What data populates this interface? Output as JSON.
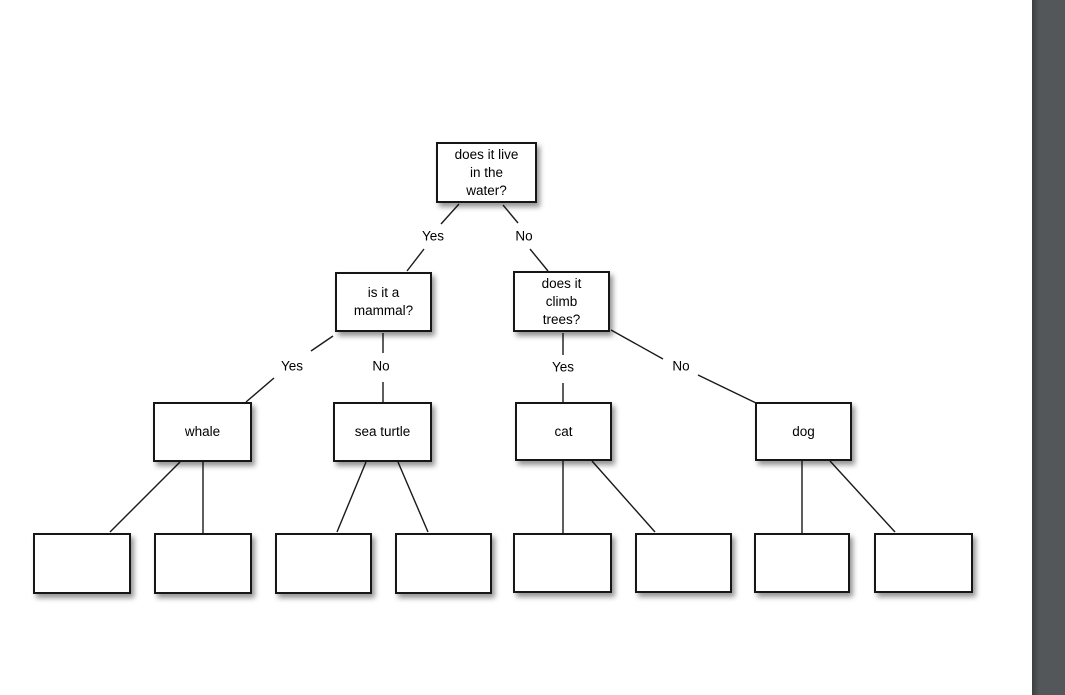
{
  "diagram": {
    "type": "decision-tree",
    "nodes": {
      "root": {
        "label": "does it live\nin the\nwater?"
      },
      "mammal": {
        "label": "is it a\nmammal?"
      },
      "climb": {
        "label": "does it\nclimb\ntrees?"
      },
      "whale": {
        "label": "whale"
      },
      "sea_turtle": {
        "label": "sea turtle"
      },
      "cat": {
        "label": "cat"
      },
      "dog": {
        "label": "dog"
      },
      "leaf_1": {
        "label": ""
      },
      "leaf_2": {
        "label": ""
      },
      "leaf_3": {
        "label": ""
      },
      "leaf_4": {
        "label": ""
      },
      "leaf_5": {
        "label": ""
      },
      "leaf_6": {
        "label": ""
      },
      "leaf_7": {
        "label": ""
      },
      "leaf_8": {
        "label": ""
      }
    },
    "edges": [
      {
        "from": "root",
        "to": "mammal",
        "label": "Yes"
      },
      {
        "from": "root",
        "to": "climb",
        "label": "No"
      },
      {
        "from": "mammal",
        "to": "whale",
        "label": "Yes"
      },
      {
        "from": "mammal",
        "to": "sea_turtle",
        "label": "No"
      },
      {
        "from": "climb",
        "to": "cat",
        "label": "Yes"
      },
      {
        "from": "climb",
        "to": "dog",
        "label": "No"
      },
      {
        "from": "whale",
        "to": "leaf_1",
        "label": ""
      },
      {
        "from": "whale",
        "to": "leaf_2",
        "label": ""
      },
      {
        "from": "sea_turtle",
        "to": "leaf_3",
        "label": ""
      },
      {
        "from": "sea_turtle",
        "to": "leaf_4",
        "label": ""
      },
      {
        "from": "cat",
        "to": "leaf_5",
        "label": ""
      },
      {
        "from": "cat",
        "to": "leaf_6",
        "label": ""
      },
      {
        "from": "dog",
        "to": "leaf_7",
        "label": ""
      },
      {
        "from": "dog",
        "to": "leaf_8",
        "label": ""
      }
    ],
    "colors": {
      "canvas_bg": "#ffffff",
      "box_fill": "#ffffff",
      "box_border": "#161616",
      "line": "#1a1a1a",
      "text": "#000000",
      "side_bar": "#54575a"
    }
  }
}
